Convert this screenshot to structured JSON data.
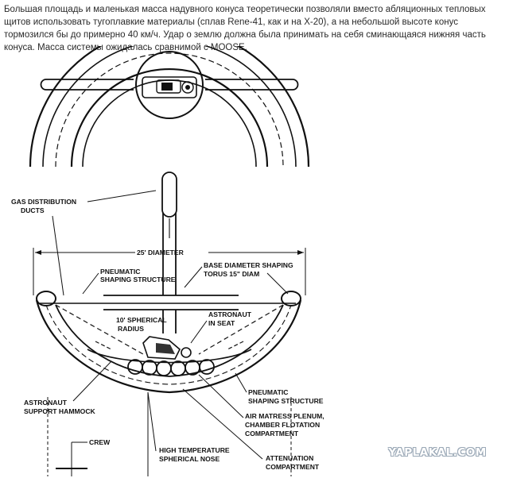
{
  "article": {
    "paragraph": "Большая площадь и маленькая масса надувного конуса теоретически позволяли вместо абляционных тепловых щитов использовать тугоплавкие материалы (сплав Rene-41, как и на X-20), а на небольшой высоте конус тормозился бы до примерно 40 км/ч. Удар о землю должна была принимать на себя сминающаяся нижняя часть конуса. Масса системы ожидалась сравнимой с MOOSE."
  },
  "diagram": {
    "labels": {
      "gas_ducts_1": "GAS DISTRIBUTION",
      "gas_ducts_2": "DUCTS",
      "diameter": "25' DIAMETER",
      "pneumatic_top_1": "PNEUMATIC",
      "pneumatic_top_2": "SHAPING STRUCTURE",
      "base_torus_1": "BASE DIAMETER SHAPING",
      "base_torus_2": "TORUS 15\" DIAM",
      "spherical_radius_1": "10' SPHERICAL",
      "spherical_radius_2": "RADIUS",
      "astronaut_seat_1": "ASTRONAUT",
      "astronaut_seat_2": "IN SEAT",
      "hammock_1": "ASTRONAUT",
      "hammock_2": "SUPPORT HAMMOCK",
      "pneumatic_bottom_1": "PNEUMATIC",
      "pneumatic_bottom_2": "SHAPING STRUCTURE",
      "air_mattress_1": "AIR MATRESS PLENUM,",
      "air_mattress_2": "CHAMBER FLOTATION",
      "air_mattress_3": "COMPARTMENT",
      "crew": "CREW",
      "nose_1": "HIGH TEMPERATURE",
      "nose_2": "SPHERICAL NOSE",
      "attenuation_1": "ATTENUATION",
      "attenuation_2": "COMPARTMENT"
    }
  },
  "watermark": "YAPLAKAL.COM"
}
